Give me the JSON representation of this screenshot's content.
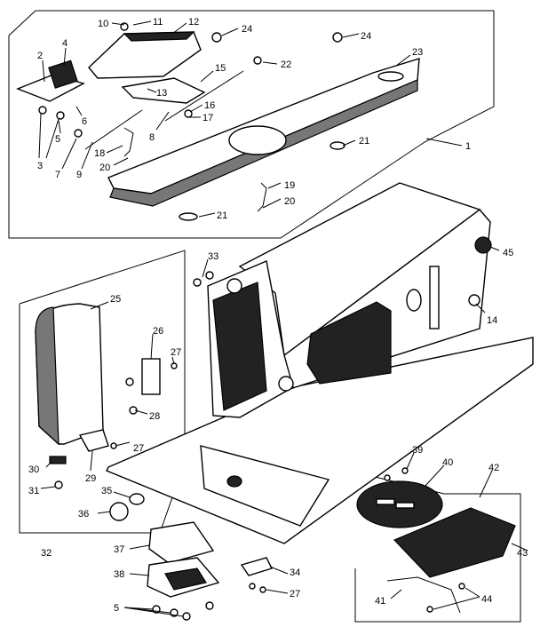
{
  "callouts": [
    {
      "id": "c1",
      "text": "1"
    },
    {
      "id": "c2",
      "text": "2"
    },
    {
      "id": "c3",
      "text": "3"
    },
    {
      "id": "c4",
      "text": "4"
    },
    {
      "id": "c5a",
      "text": "5"
    },
    {
      "id": "c5b",
      "text": "5"
    },
    {
      "id": "c6",
      "text": "6"
    },
    {
      "id": "c7",
      "text": "7"
    },
    {
      "id": "c8",
      "text": "8"
    },
    {
      "id": "c9",
      "text": "9"
    },
    {
      "id": "c10",
      "text": "10"
    },
    {
      "id": "c11",
      "text": "11"
    },
    {
      "id": "c12",
      "text": "12"
    },
    {
      "id": "c13",
      "text": "13"
    },
    {
      "id": "c14",
      "text": "14"
    },
    {
      "id": "c15",
      "text": "15"
    },
    {
      "id": "c16",
      "text": "16"
    },
    {
      "id": "c17",
      "text": "17"
    },
    {
      "id": "c18",
      "text": "18"
    },
    {
      "id": "c19",
      "text": "19"
    },
    {
      "id": "c20a",
      "text": "20"
    },
    {
      "id": "c20b",
      "text": "20"
    },
    {
      "id": "c21a",
      "text": "21"
    },
    {
      "id": "c21b",
      "text": "21"
    },
    {
      "id": "c22",
      "text": "22"
    },
    {
      "id": "c23",
      "text": "23"
    },
    {
      "id": "c24a",
      "text": "24"
    },
    {
      "id": "c24b",
      "text": "24"
    },
    {
      "id": "c25",
      "text": "25"
    },
    {
      "id": "c26",
      "text": "26"
    },
    {
      "id": "c27a",
      "text": "27"
    },
    {
      "id": "c27b",
      "text": "27"
    },
    {
      "id": "c27c",
      "text": "27"
    },
    {
      "id": "c28",
      "text": "28"
    },
    {
      "id": "c29",
      "text": "29"
    },
    {
      "id": "c30",
      "text": "30"
    },
    {
      "id": "c31",
      "text": "31"
    },
    {
      "id": "c32",
      "text": "32"
    },
    {
      "id": "c33",
      "text": "33"
    },
    {
      "id": "c34",
      "text": "34"
    },
    {
      "id": "c35",
      "text": "35"
    },
    {
      "id": "c36",
      "text": "36"
    },
    {
      "id": "c37",
      "text": "37"
    },
    {
      "id": "c38",
      "text": "38"
    },
    {
      "id": "c39",
      "text": "39"
    },
    {
      "id": "c40",
      "text": "40"
    },
    {
      "id": "c41",
      "text": "41"
    },
    {
      "id": "c42",
      "text": "42"
    },
    {
      "id": "c43",
      "text": "43"
    },
    {
      "id": "c44",
      "text": "44"
    },
    {
      "id": "c45",
      "text": "45"
    }
  ],
  "colors": {
    "ink": "#000000",
    "paper": "#ffffff",
    "shade": "#222222"
  }
}
